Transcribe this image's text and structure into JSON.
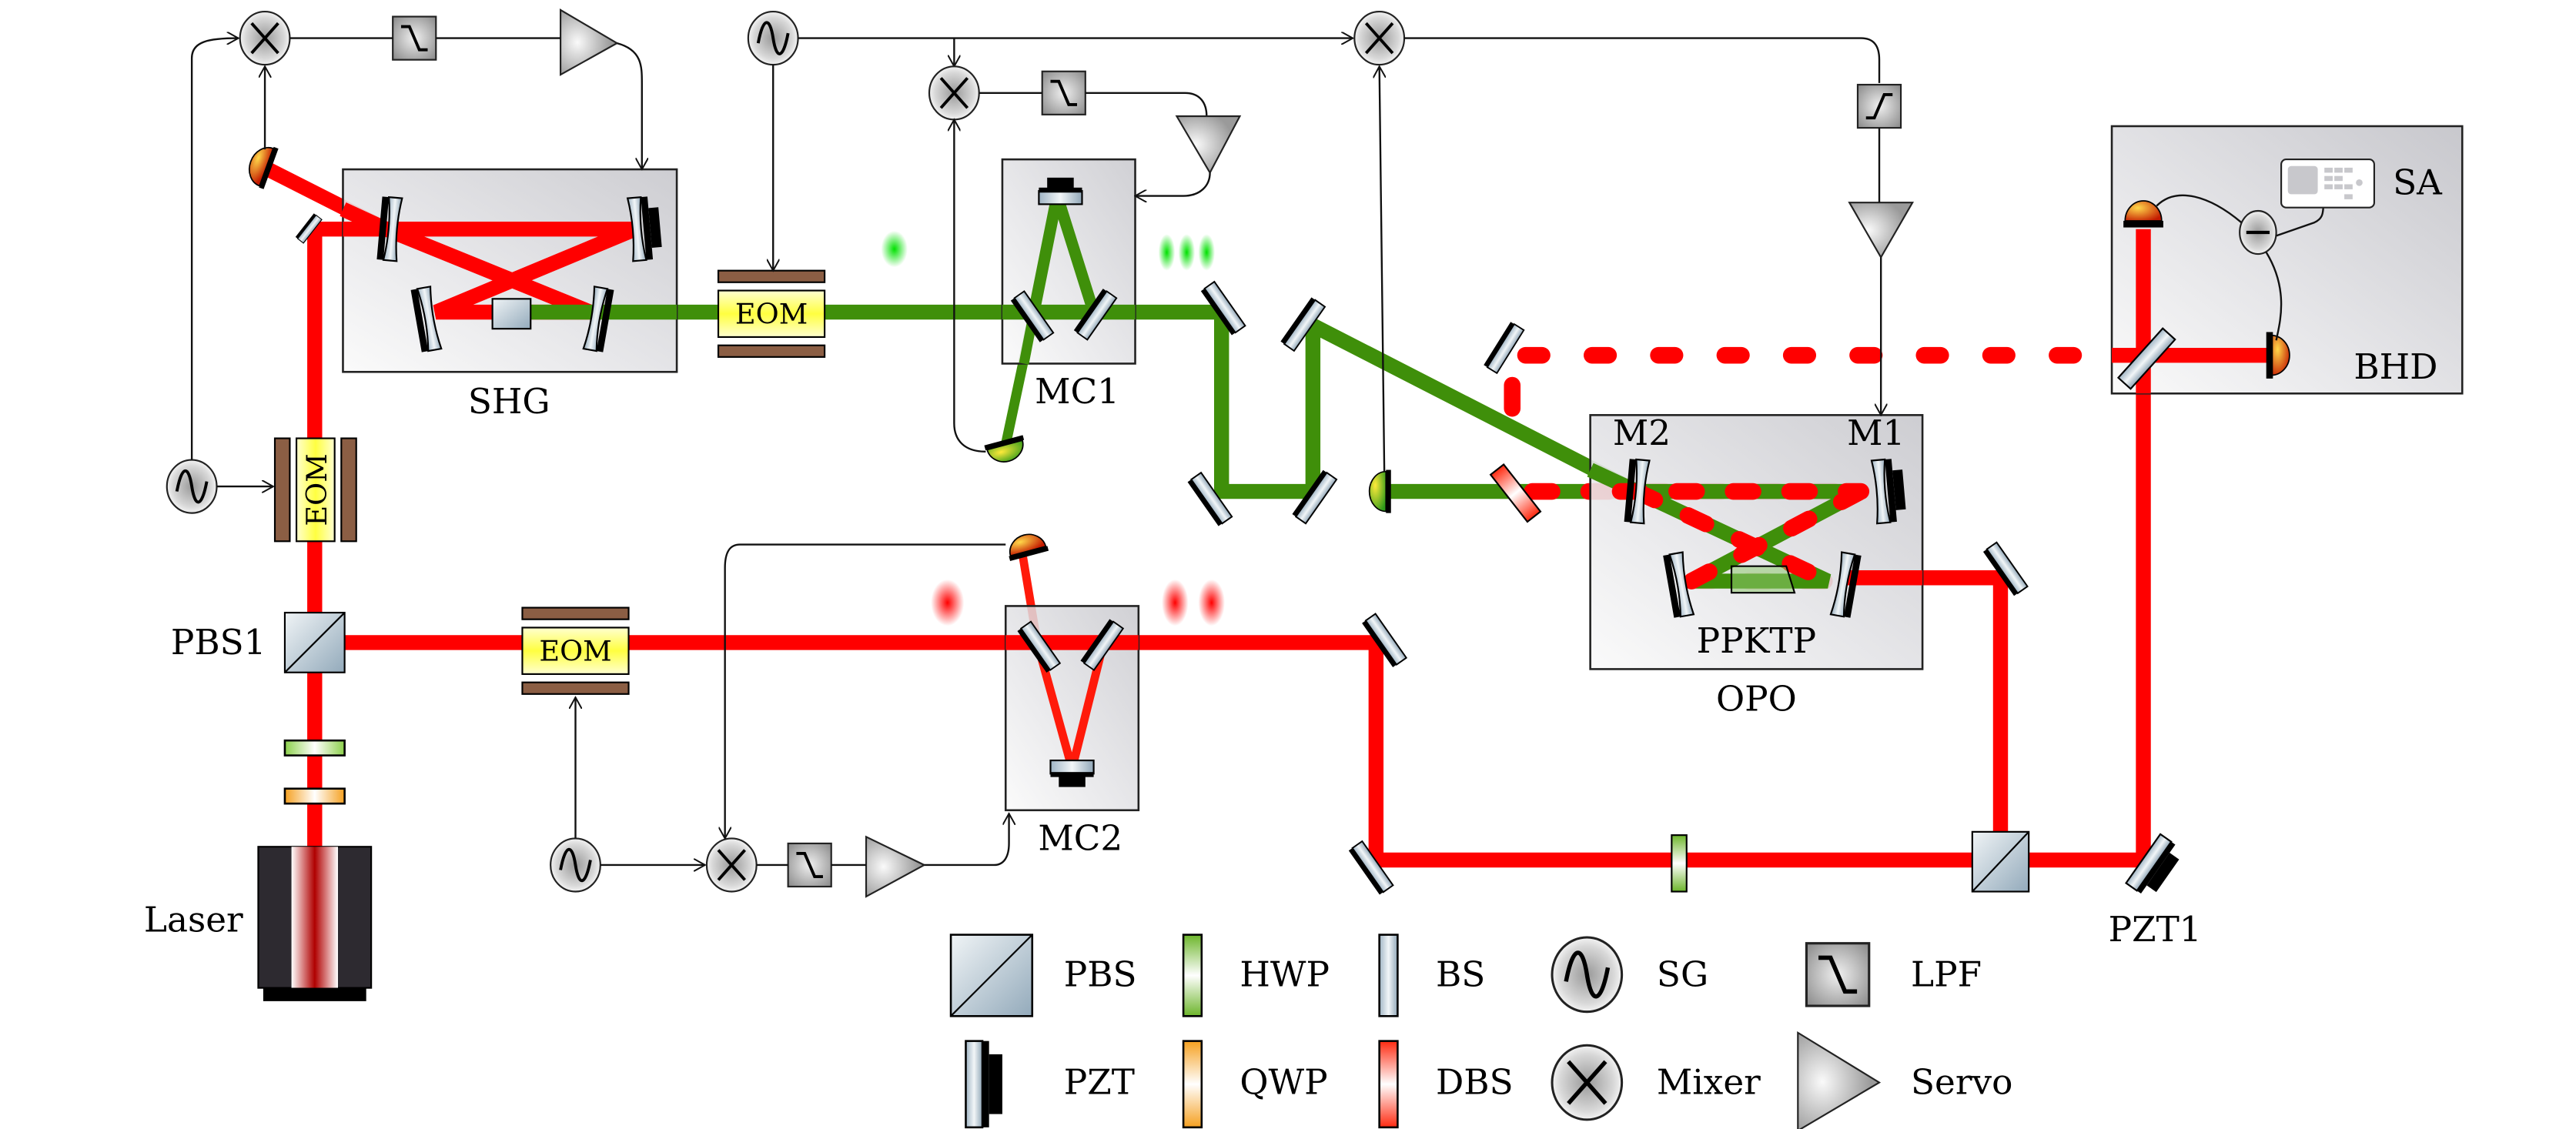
{
  "figure": {
    "title": "Squeezed light generation setup",
    "modules": {
      "shg": "SHG",
      "mc1": "MC1",
      "mc2": "MC2",
      "opo": "OPO",
      "bhd": "BHD",
      "sa": "SA",
      "ppktp": "PPKTP",
      "m1": "M1",
      "m2": "M2"
    },
    "components": {
      "laser": "Laser",
      "pbs1": "PBS1",
      "pzt1": "PZT1",
      "eom": "EOM"
    },
    "legend": [
      {
        "key": "pbs",
        "label": "PBS",
        "icon": "pbs-icon"
      },
      {
        "key": "hwp",
        "label": "HWP",
        "icon": "hwp-icon"
      },
      {
        "key": "bs",
        "label": "BS",
        "icon": "bs-icon"
      },
      {
        "key": "sg",
        "label": "SG",
        "icon": "signal-generator-icon"
      },
      {
        "key": "lpf",
        "label": "LPF",
        "icon": "low-pass-filter-icon"
      },
      {
        "key": "pzt",
        "label": "PZT",
        "icon": "pzt-icon"
      },
      {
        "key": "qwp",
        "label": "QWP",
        "icon": "qwp-icon"
      },
      {
        "key": "dbs",
        "label": "DBS",
        "icon": "dbs-icon"
      },
      {
        "key": "mixer",
        "label": "Mixer",
        "icon": "mixer-icon"
      },
      {
        "key": "servo",
        "label": "Servo",
        "icon": "servo-icon"
      }
    ],
    "colors": {
      "fundamental_beam": "#ff0000",
      "second_harmonic_beam": "#3f8f0a",
      "eom_crystal": "#ffff80",
      "eom_electrode": "#8b5e44",
      "module_box": "#d8d8dc",
      "hwp": "#7dc23a",
      "qwp": "#f5a623",
      "dbs": "#ff3020"
    }
  }
}
